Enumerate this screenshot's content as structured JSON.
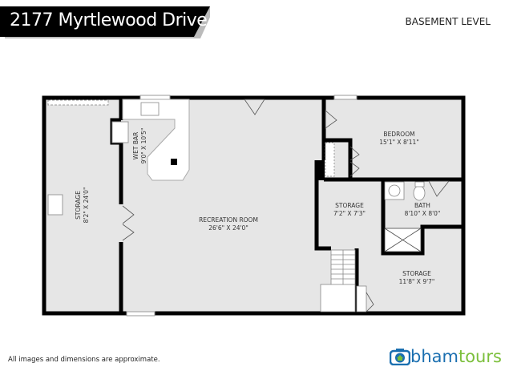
{
  "header": {
    "address": "2177 Myrtlewood Drive",
    "level": "BASEMENT LEVEL"
  },
  "rooms": [
    {
      "name": "STORAGE",
      "dims": "8'2\" X 24'0\""
    },
    {
      "name": "WET BAR",
      "dims": "9'0\" X 10'5\""
    },
    {
      "name": "RECREATION ROOM",
      "dims": "26'6\" X 24'0\""
    },
    {
      "name": "BEDROOM",
      "dims": "15'1\" X 8'11\""
    },
    {
      "name": "STORAGE",
      "dims": "7'2\" X 7'3\""
    },
    {
      "name": "BATH",
      "dims": "8'10\" X 8'0\""
    },
    {
      "name": "STORAGE",
      "dims": "11'8\" X 9'7\""
    }
  ],
  "footer": {
    "disclaimer": "All images and dimensions are approximate."
  },
  "logo": {
    "part1": "bham",
    "part2": "tours",
    "colors": {
      "blue": "#1a6fb0",
      "green": "#7bbf3b"
    }
  }
}
